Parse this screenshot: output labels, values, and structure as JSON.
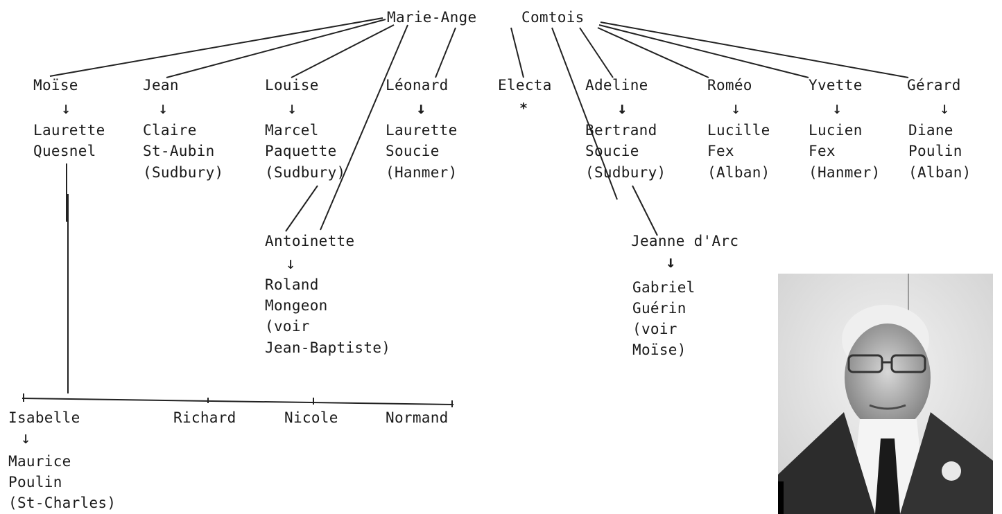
{
  "root": {
    "first": "Marie-Ange",
    "last": "Comtois"
  },
  "children": [
    {
      "name": "Moïse",
      "spouse": [
        "Laurette",
        "Quesnel"
      ]
    },
    {
      "name": "Jean",
      "spouse": [
        "Claire",
        "St-Aubin",
        "(Sudbury)"
      ]
    },
    {
      "name": "Louise",
      "spouse": [
        "Marcel",
        "Paquette",
        "(Sudbury)"
      ]
    },
    {
      "name": "Léonard",
      "spouse": [
        "Laurette",
        "Soucie",
        "(Hanmer)"
      ]
    },
    {
      "name": "Electa",
      "mark": "*"
    },
    {
      "name": "Adeline",
      "spouse": [
        "Bertrand",
        "Soucie",
        "(Sudbury)"
      ]
    },
    {
      "name": "Roméo",
      "spouse": [
        "Lucille",
        "Fex",
        "(Alban)"
      ]
    },
    {
      "name": "Yvette",
      "spouse": [
        "Lucien",
        "Fex",
        "(Hanmer)"
      ]
    },
    {
      "name": "Gérard",
      "spouse": [
        "Diane",
        "Poulin",
        "(Alban)"
      ]
    }
  ],
  "grandchildren_louise": {
    "name": "Antoinette",
    "spouse": [
      "Roland",
      "Mongeon",
      "(voir",
      "Jean-Baptiste)"
    ]
  },
  "grandchildren_adeline": {
    "name": "Jeanne d'Arc",
    "spouse": [
      "Gabriel",
      "Guérin",
      "(voir",
      "Moïse)"
    ]
  },
  "grandchildren_moise": [
    {
      "name": "Isabelle",
      "spouse": [
        "Maurice",
        "Poulin",
        "(St-Charles)"
      ]
    },
    {
      "name": "Richard"
    },
    {
      "name": "Nicole"
    },
    {
      "name": "Normand"
    }
  ],
  "symbols": {
    "arrow": "↓"
  }
}
